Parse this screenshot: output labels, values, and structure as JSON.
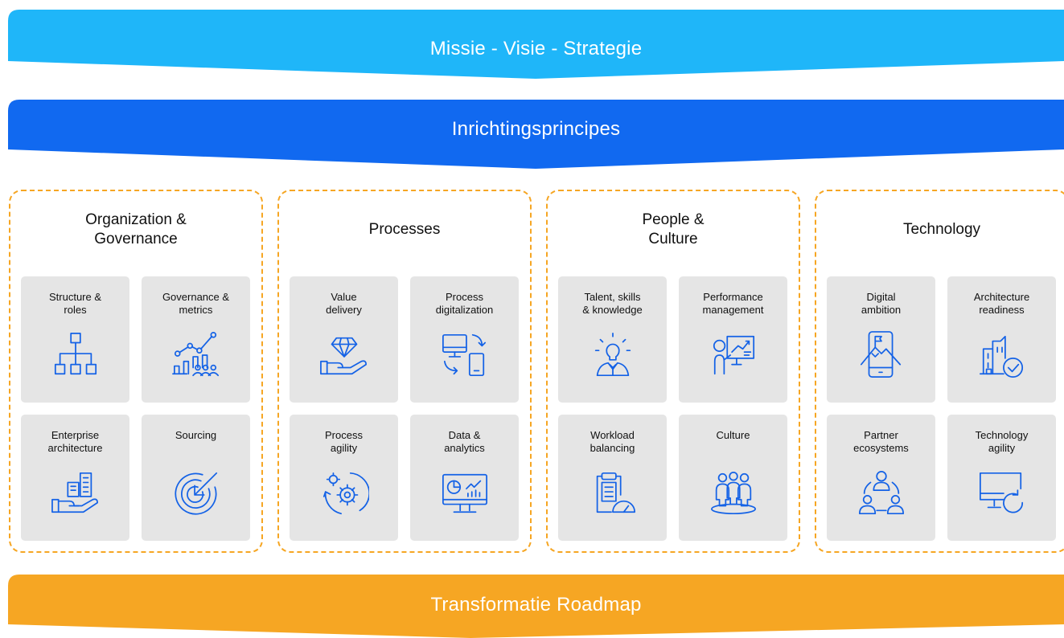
{
  "banners": {
    "top": {
      "label": "Missie - Visie - Strategie",
      "color": "#1fb6f9"
    },
    "middle": {
      "label": "Inrichtingsprincipes",
      "color": "#1169f0"
    },
    "bottom": {
      "label": "Transformatie Roadmap",
      "color": "#f6a623"
    }
  },
  "colors": {
    "group_border": "#f6a623",
    "card_bg": "#e5e5e5",
    "icon": "#1462e6"
  },
  "groups": [
    {
      "title": "Organization &\nGovernance",
      "cards": [
        {
          "label": "Structure &\nroles",
          "icon": "org-chart-icon"
        },
        {
          "label": "Governance &\nmetrics",
          "icon": "growth-chart-people-icon"
        },
        {
          "label": "Enterprise\narchitecture",
          "icon": "hand-buildings-icon"
        },
        {
          "label": "Sourcing",
          "icon": "target-arrow-icon"
        }
      ]
    },
    {
      "title": "Processes",
      "cards": [
        {
          "label": "Value\ndelivery",
          "icon": "hand-diamond-icon"
        },
        {
          "label": "Process\ndigitalization",
          "icon": "monitor-phone-sync-icon"
        },
        {
          "label": "Process\nagility",
          "icon": "gears-cycle-icon"
        },
        {
          "label": "Data &\nanalytics",
          "icon": "analytics-screen-icon"
        }
      ]
    },
    {
      "title": "People &\nCulture",
      "cards": [
        {
          "label": "Talent, skills\n& knowledge",
          "icon": "person-lightbulb-icon"
        },
        {
          "label": "Performance\nmanagement",
          "icon": "presenter-board-icon"
        },
        {
          "label": "Workload\nbalancing",
          "icon": "clipboard-gauge-icon"
        },
        {
          "label": "Culture",
          "icon": "team-people-icon"
        }
      ]
    },
    {
      "title": "Technology",
      "cards": [
        {
          "label": "Digital\nambition",
          "icon": "phone-mountain-flag-icon"
        },
        {
          "label": "Architecture\nreadiness",
          "icon": "building-check-icon"
        },
        {
          "label": "Partner\necosystems",
          "icon": "network-people-icon"
        },
        {
          "label": "Technology\nagility",
          "icon": "monitor-refresh-icon"
        }
      ]
    }
  ]
}
